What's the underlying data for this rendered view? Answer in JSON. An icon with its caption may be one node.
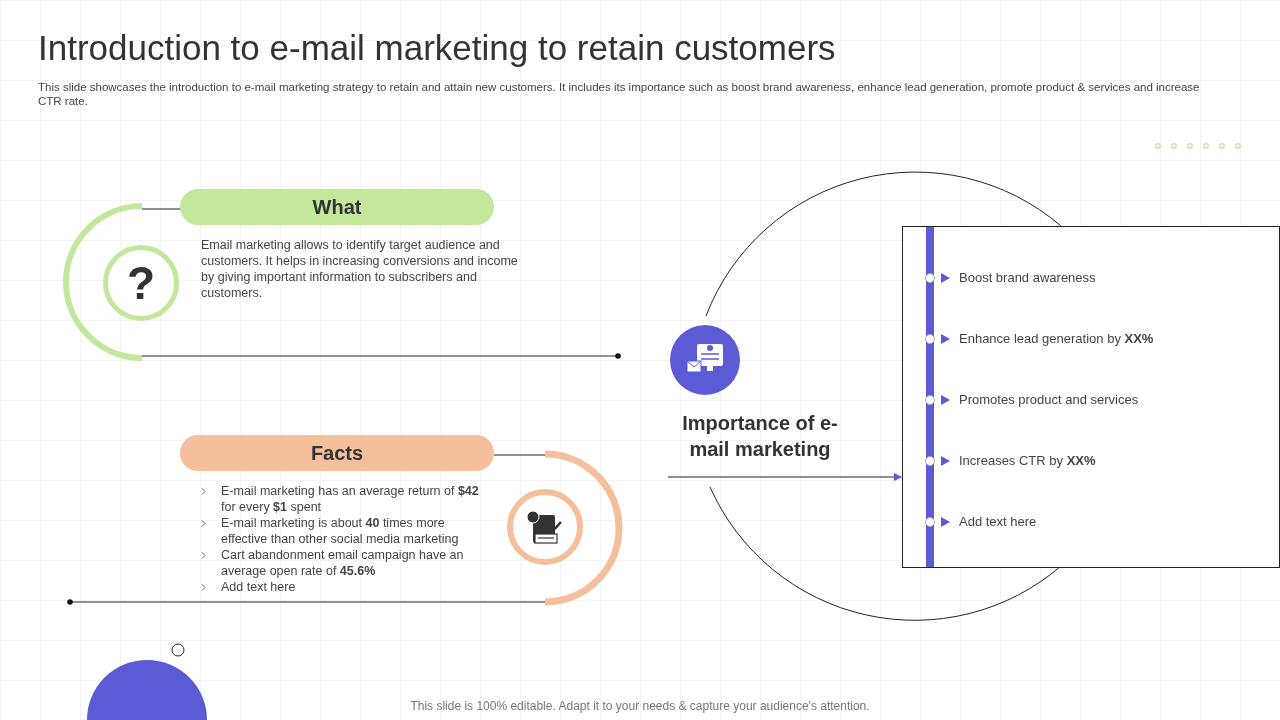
{
  "diagram": {
    "title": "Introduction to e-mail marketing to retain customers",
    "nodes": [
      {
        "text": [
          "What"
        ],
        "beside": [
          "Email marketing allows to identify target audience and customers. It helps in increasing conversions and income by giving important information to subscribers and customers."
        ]
      },
      {
        "text": [
          "?"
        ]
      },
      {
        "text": [
          "Facts"
        ],
        "beside": [
          "E-mail marketing has an average return of **$42** for every **$1** spent",
          "E-mail marketing is about **40** times more effective than other social media marketing",
          "Cart abandonment email campaign have an average open rate of **45.6%**",
          "Add text here"
        ]
      },
      {
        "text": [
          "Importance of e-mail marketing"
        ]
      },
      {
        "text": [
          "Boost brand awareness",
          "Enhance lead generation by **XX%**",
          "Promotes product and services",
          "Increases CTR by **XX%**",
          "Add text here"
        ]
      }
    ],
    "edges": [
      {
        "from": 3,
        "to": 4,
        "arrow": "to"
      }
    ],
    "labels": [
      "This slide showcases the introduction to e-mail marketing strategy to retain and attain new customers. It includes its importance such as boost brand awareness, enhance lead generation, promote product & services and increase CTR rate.",
      "This slide is 100% editable. Adapt it to your needs & capture your audience's attention."
    ]
  }
}
